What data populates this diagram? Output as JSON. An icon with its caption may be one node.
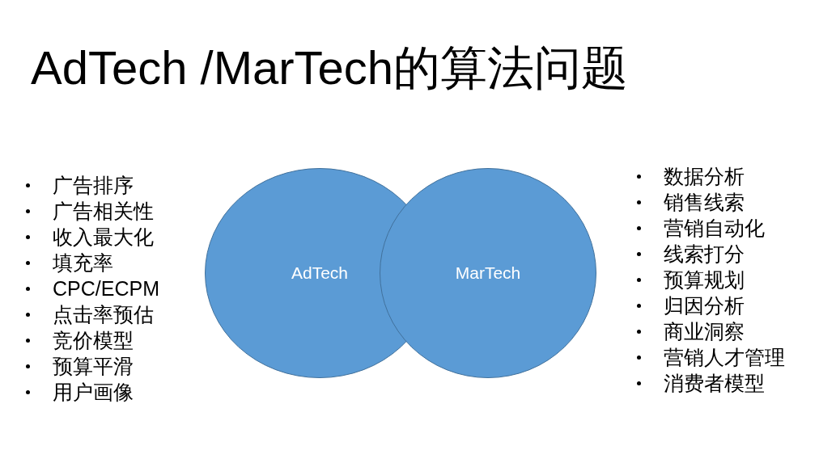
{
  "diagram": {
    "title": "AdTech /MarTech的算法问题",
    "nodes": [
      {
        "text": [
          "AdTech"
        ]
      },
      {
        "text": [
          "MarTech"
        ]
      }
    ],
    "edges": [],
    "labels": [
      "广告排序",
      "广告相关性",
      "收入最大化",
      "填充率",
      "CPC/ECPM",
      "点击率预估",
      "竞价模型",
      "预算平滑",
      "用户画像",
      "数据分析",
      "销售线索",
      "营销自动化",
      "线索打分",
      "预算规划",
      "归因分析",
      "商业洞察",
      "营销人才管理",
      "消费者模型"
    ]
  }
}
